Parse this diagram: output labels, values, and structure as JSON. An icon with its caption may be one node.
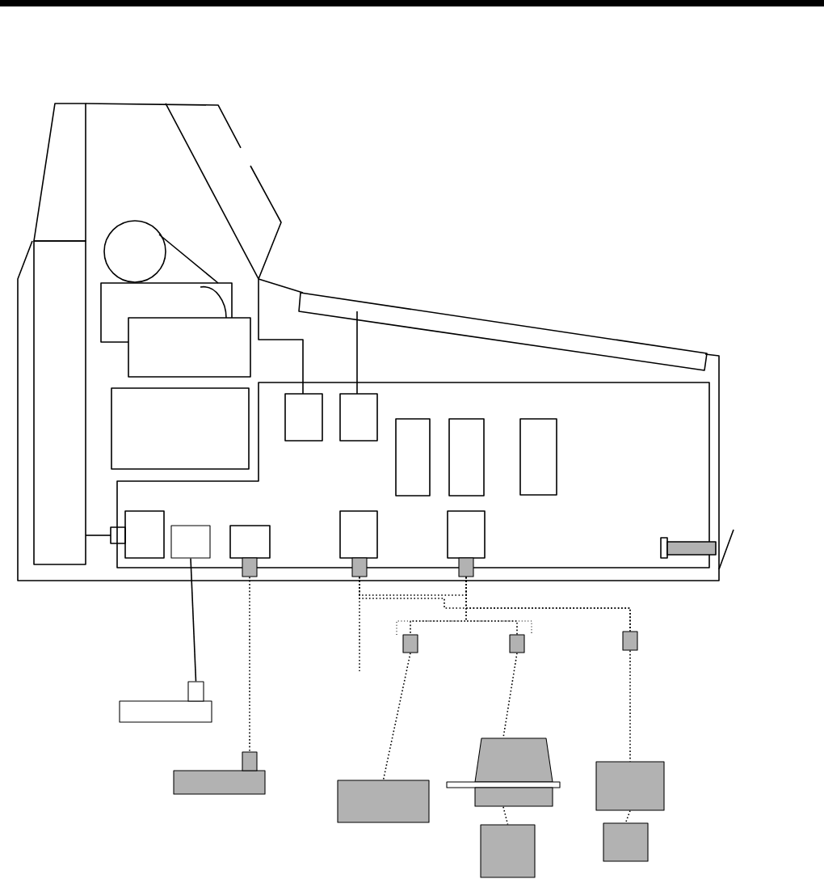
{
  "diagram": {
    "nodes": [
      {
        "text": [],
        "shape": "box"
      },
      {
        "text": [],
        "shape": "box"
      },
      {
        "text": [],
        "shape": "box"
      },
      {
        "text": [],
        "shape": "box"
      },
      {
        "text": [],
        "shape": "box"
      },
      {
        "text": [],
        "shape": "box"
      },
      {
        "text": [],
        "shape": "box"
      },
      {
        "text": [],
        "shape": "box"
      },
      {
        "text": [],
        "shape": "box"
      },
      {
        "text": [],
        "shape": "box"
      },
      {
        "text": [],
        "shape": "trapezoid"
      },
      {
        "text": [],
        "shape": "box"
      },
      {
        "text": [],
        "shape": "box"
      },
      {
        "text": [],
        "shape": "box"
      }
    ],
    "edges": [
      {
        "from": 0,
        "to": 7,
        "arrow": "none"
      },
      {
        "from": 1,
        "to": 8,
        "arrow": "none",
        "style": "dashed"
      },
      {
        "from": 2,
        "to": null,
        "arrow": "none",
        "style": "dashed"
      },
      {
        "from": 3,
        "to": 4,
        "arrow": "none",
        "style": "dashed"
      },
      {
        "from": 3,
        "to": 5,
        "arrow": "none",
        "style": "dashed"
      },
      {
        "from": 2,
        "to": 6,
        "arrow": "none",
        "style": "dashed"
      },
      {
        "from": 3,
        "to": 6,
        "arrow": "none",
        "style": "dashed"
      },
      {
        "from": 4,
        "to": 9,
        "arrow": "none",
        "style": "dashed"
      },
      {
        "from": 5,
        "to": 10,
        "arrow": "none",
        "style": "dashed"
      },
      {
        "from": 10,
        "to": 12,
        "arrow": "none",
        "style": "dashed"
      },
      {
        "from": 6,
        "to": 11,
        "arrow": "none",
        "style": "dashed"
      },
      {
        "from": 11,
        "to": 13,
        "arrow": "none",
        "style": "dashed"
      },
      {
        "from": 2,
        "to": 3,
        "arrow": "none",
        "style": "dashed"
      }
    ]
  }
}
